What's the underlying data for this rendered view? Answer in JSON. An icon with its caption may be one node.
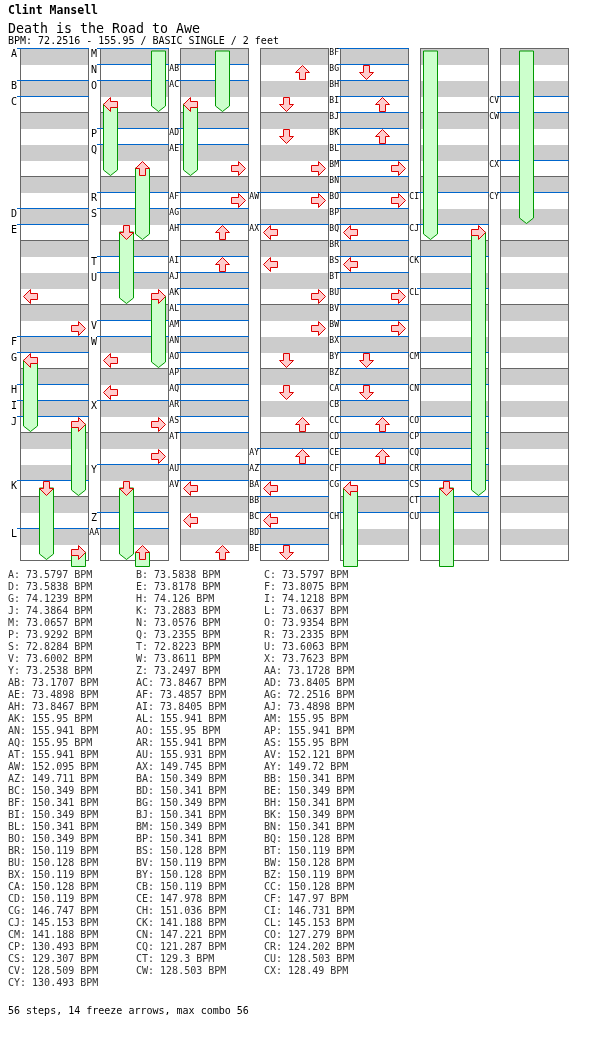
{
  "diagram": {
    "title": "Death is the Road to Awe",
    "caption": "56 steps, 14 freeze arrows, max combo 56",
    "labels": [
      "Clint Mansell",
      "BPM: 72.2516 - 155.95 / BASIC SINGLE / 2 feet",
      "A",
      "B",
      "C",
      "D",
      "E",
      "F",
      "G",
      "H",
      "I",
      "J",
      "K",
      "L",
      "M",
      "N",
      "O",
      "P",
      "Q",
      "R",
      "S",
      "T",
      "U",
      "V",
      "W",
      "X",
      "Y",
      "Z",
      "AA",
      "AB",
      "AC",
      "AD",
      "AE",
      "AF",
      "AG",
      "AH",
      "AI",
      "AJ",
      "AK",
      "AL",
      "AM",
      "AN",
      "AO",
      "AP",
      "AQ",
      "AR",
      "AS",
      "AT",
      "AU",
      "AV",
      "AW",
      "AX",
      "AY",
      "AZ",
      "BA",
      "BB",
      "BC",
      "BD",
      "BE",
      "BF",
      "BG",
      "BH",
      "BI",
      "BJ",
      "BK",
      "BL",
      "BM",
      "BN",
      "BO",
      "BP",
      "BQ",
      "BR",
      "BS",
      "BT",
      "BU",
      "BV",
      "BW",
      "BX",
      "BY",
      "BZ",
      "CA",
      "CB",
      "CC",
      "CD",
      "CE",
      "CF",
      "CG",
      "CH",
      "CI",
      "CJ",
      "CK",
      "CL",
      "CM",
      "CN",
      "CO",
      "CP",
      "CQ",
      "CR",
      "CS",
      "CT",
      "CU",
      "CV",
      "CW",
      "CX",
      "CY",
      "A: 73.5797 BPM",
      "B: 73.5838 BPM",
      "C: 73.5797 BPM",
      "D: 73.5838 BPM",
      "E: 73.8178 BPM",
      "F: 73.8075 BPM",
      "G: 74.1239 BPM",
      "H: 74.126 BPM",
      "I: 74.1218 BPM",
      "J: 74.3864 BPM",
      "K: 73.2883 BPM",
      "L: 73.0637 BPM",
      "M: 73.0657 BPM",
      "N: 73.0576 BPM",
      "O: 73.9354 BPM",
      "P: 73.9292 BPM",
      "Q: 73.2355 BPM",
      "R: 73.2335 BPM",
      "S: 72.8284 BPM",
      "T: 72.8223 BPM",
      "U: 73.6063 BPM",
      "V: 73.6002 BPM",
      "W: 73.8611 BPM",
      "X: 73.7623 BPM",
      "Y: 73.2538 BPM",
      "Z: 73.2497 BPM",
      "AA: 73.1728 BPM",
      "AB: 73.1707 BPM",
      "AC: 73.8467 BPM",
      "AD: 73.8405 BPM",
      "AE: 73.4898 BPM",
      "AF: 73.4857 BPM",
      "AG: 72.2516 BPM",
      "AH: 73.8467 BPM",
      "AI: 73.8405 BPM",
      "AJ: 73.4898 BPM",
      "AK: 155.95 BPM",
      "AL: 155.941 BPM",
      "AM: 155.95 BPM",
      "AN: 155.941 BPM",
      "AO: 155.95 BPM",
      "AP: 155.941 BPM",
      "AQ: 155.95 BPM",
      "AR: 155.941 BPM",
      "AS: 155.95 BPM",
      "AT: 155.941 BPM",
      "AU: 155.931 BPM",
      "AV: 152.121 BPM",
      "AW: 152.095 BPM",
      "AX: 149.745 BPM",
      "AY: 149.72 BPM",
      "AZ: 149.711 BPM",
      "BA: 150.349 BPM",
      "BB: 150.341 BPM",
      "BC: 150.349 BPM",
      "BD: 150.341 BPM",
      "BE: 150.349 BPM",
      "BF: 150.341 BPM",
      "BG: 150.349 BPM",
      "BH: 150.341 BPM",
      "BI: 150.349 BPM",
      "BJ: 150.341 BPM",
      "BK: 150.349 BPM",
      "BL: 150.341 BPM",
      "BM: 150.349 BPM",
      "BN: 150.341 BPM",
      "BO: 150.349 BPM",
      "BP: 150.341 BPM",
      "BQ: 150.128 BPM",
      "BR: 150.119 BPM",
      "BS: 150.128 BPM",
      "BT: 150.119 BPM",
      "BU: 150.128 BPM",
      "BV: 150.119 BPM",
      "BW: 150.128 BPM",
      "BX: 150.119 BPM",
      "BY: 150.128 BPM",
      "BZ: 150.119 BPM",
      "CA: 150.128 BPM",
      "CB: 150.119 BPM",
      "CC: 150.128 BPM",
      "CD: 150.119 BPM",
      "CE: 147.978 BPM",
      "CF: 147.97 BPM",
      "CG: 146.747 BPM",
      "CH: 151.036 BPM",
      "CI: 146.731 BPM",
      "CJ: 145.153 BPM",
      "CK: 141.188 BPM",
      "CL: 145.153 BPM",
      "CM: 141.188 BPM",
      "CN: 147.221 BPM",
      "CO: 127.279 BPM",
      "CP: 130.493 BPM",
      "CQ: 121.287 BPM",
      "CR: 124.202 BPM",
      "CS: 129.307 BPM",
      "CT: 129.3 BPM",
      "CU: 128.503 BPM",
      "CV: 128.509 BPM",
      "CW: 128.503 BPM",
      "CX: 128.49 BPM",
      "CY: 130.493 BPM"
    ]
  }
}
